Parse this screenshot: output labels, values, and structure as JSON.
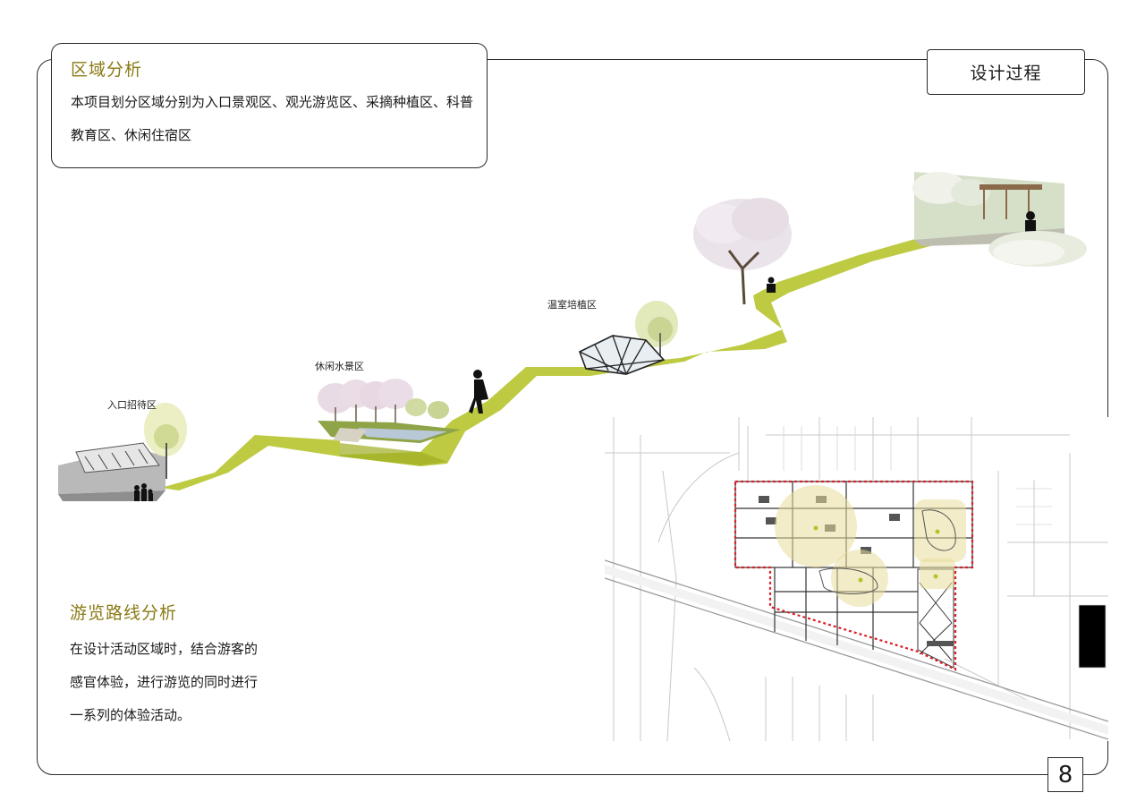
{
  "header": {
    "tag": "设计过程"
  },
  "region_analysis": {
    "title": "区域分析",
    "body": "本项目划分区域分别为入口景观区、观光游览区、采摘种植区、科普教育区、休闲住宿区"
  },
  "journey": {
    "zones": [
      {
        "label": "入口招待区"
      },
      {
        "label": "休闲水景区"
      },
      {
        "label": "温室培植区"
      }
    ],
    "path_color": "#b9c738"
  },
  "route_analysis": {
    "title": "游览路线分析",
    "lines": [
      "在设计活动区域时，结合游客的",
      "感官体验，进行游览的同时进行",
      "一系列的体验活动。"
    ]
  },
  "map": {
    "boundary_color": "#d8202a",
    "highlight_color": "#e8dc9a"
  },
  "page": {
    "number": "8"
  }
}
